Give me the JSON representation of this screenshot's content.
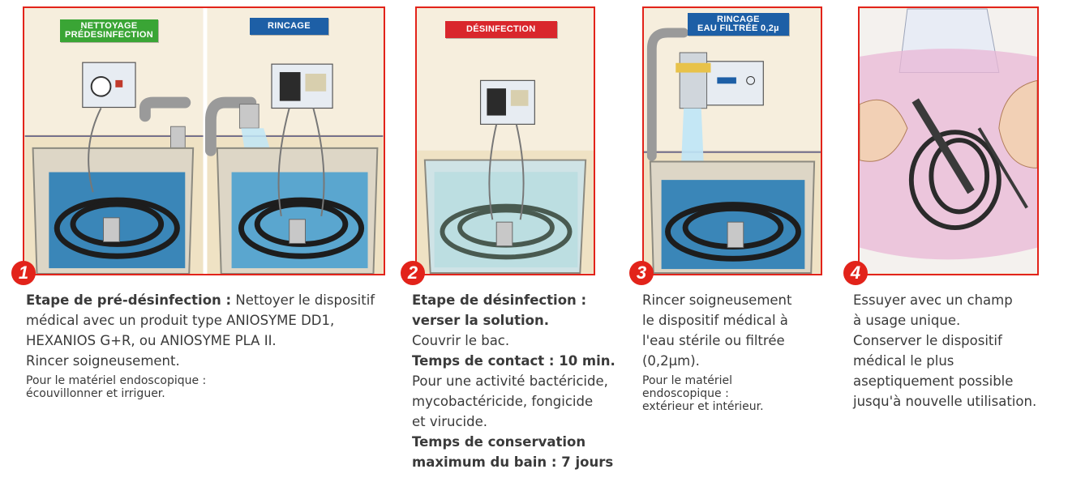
{
  "steps": [
    {
      "number": "1",
      "labels": {
        "left": "NETTOYAGE\nPRÉDESINFECTION",
        "right": "RINCAGE"
      },
      "title": "Etape de pré-désinfection :",
      "line1_rest": " Nettoyer le dispositif",
      "line2": "médical avec un produit type ANIOSYME DD1,",
      "line3": "HEXANIOS G+R, ou ANIOSYME PLA II.",
      "line4": "Rincer soigneusement.",
      "note1": "Pour le matériel endoscopique :",
      "note2": "écouvillonner et irriguer."
    },
    {
      "number": "2",
      "labels": {
        "main": "DÉSINFECTION"
      },
      "title1": "Etape de désinfection :",
      "title2": "verser la solution.",
      "line1": "Couvrir le bac.",
      "contact": "Temps de contact : 10 min.",
      "line2": "Pour une activité bactéricide,",
      "line3": "mycobactéricide, fongicide",
      "line4": "et virucide.",
      "conservation1": "Temps de conservation",
      "conservation2": "maximum du bain : 7 jours"
    },
    {
      "number": "3",
      "labels": {
        "main": "RINCAGE\nEAU FILTRÉE 0,2µ"
      },
      "line1": "Rincer soigneusement",
      "line2": "le dispositif médical à",
      "line3": "l'eau stérile ou filtrée",
      "line4": "(0,2µm).",
      "note1": "Pour le matériel",
      "note2": "endoscopique :",
      "note3": "extérieur et intérieur."
    },
    {
      "number": "4",
      "line1": "Essuyer avec un champ",
      "line2": "à usage unique.",
      "line3": "Conserver le dispositif",
      "line4": "médical le plus",
      "line5": "aseptiquement possible",
      "line6": "jusqu'à nouvelle utilisation."
    }
  ],
  "colors": {
    "border": "#e2231a",
    "green": "#3aa535",
    "blue": "#1d5fa6",
    "red": "#d9262c"
  },
  "icons": [
    "panel-control-box-icon",
    "faucet-icon",
    "basin-icon",
    "endoscope-icon",
    "hands-icon"
  ]
}
